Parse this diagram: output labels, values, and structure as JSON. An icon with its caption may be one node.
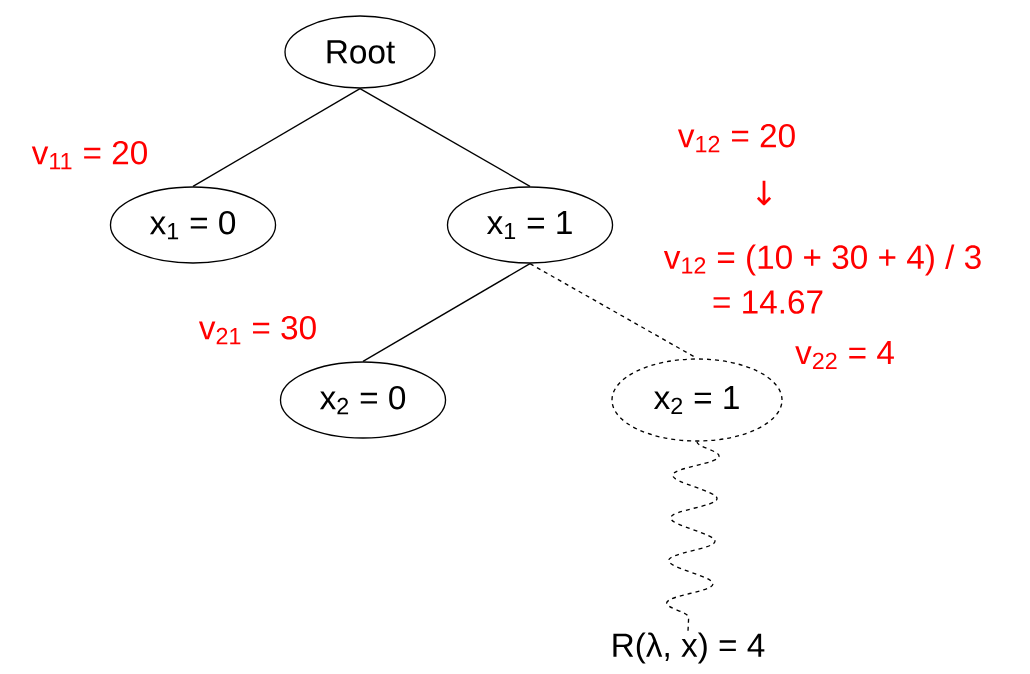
{
  "diagram": {
    "nodes": [
      {
        "text": [
          "Root"
        ]
      },
      {
        "text": [
          "x$_{1}$ = 0"
        ]
      },
      {
        "text": [
          "x$_{1}$ = 1"
        ]
      },
      {
        "text": [
          "x$_{2}$ = 0"
        ]
      },
      {
        "text": [
          "x$_{2}$ = 1"
        ]
      },
      {
        "text": [
          "R(λ, x) = 4"
        ]
      }
    ],
    "edges": [
      {
        "from": 0,
        "to": 1,
        "arrow": "none"
      },
      {
        "from": 0,
        "to": 2,
        "arrow": "none"
      },
      {
        "from": 2,
        "to": 3,
        "arrow": "none"
      },
      {
        "from": 2,
        "to": 4,
        "arrow": "none",
        "style": "dashed"
      },
      {
        "from": 4,
        "to": 5,
        "arrow": "none",
        "style": "dashed"
      }
    ],
    "labels": [
      "v$_{11}$ = 20",
      "v$_{12}$ = 20",
      "↓",
      "v$_{12}$ = (10 + 30 + 4) / 3",
      "= 14.67",
      "v$_{21}$ = 30",
      "v$_{22}$ = 4"
    ]
  }
}
